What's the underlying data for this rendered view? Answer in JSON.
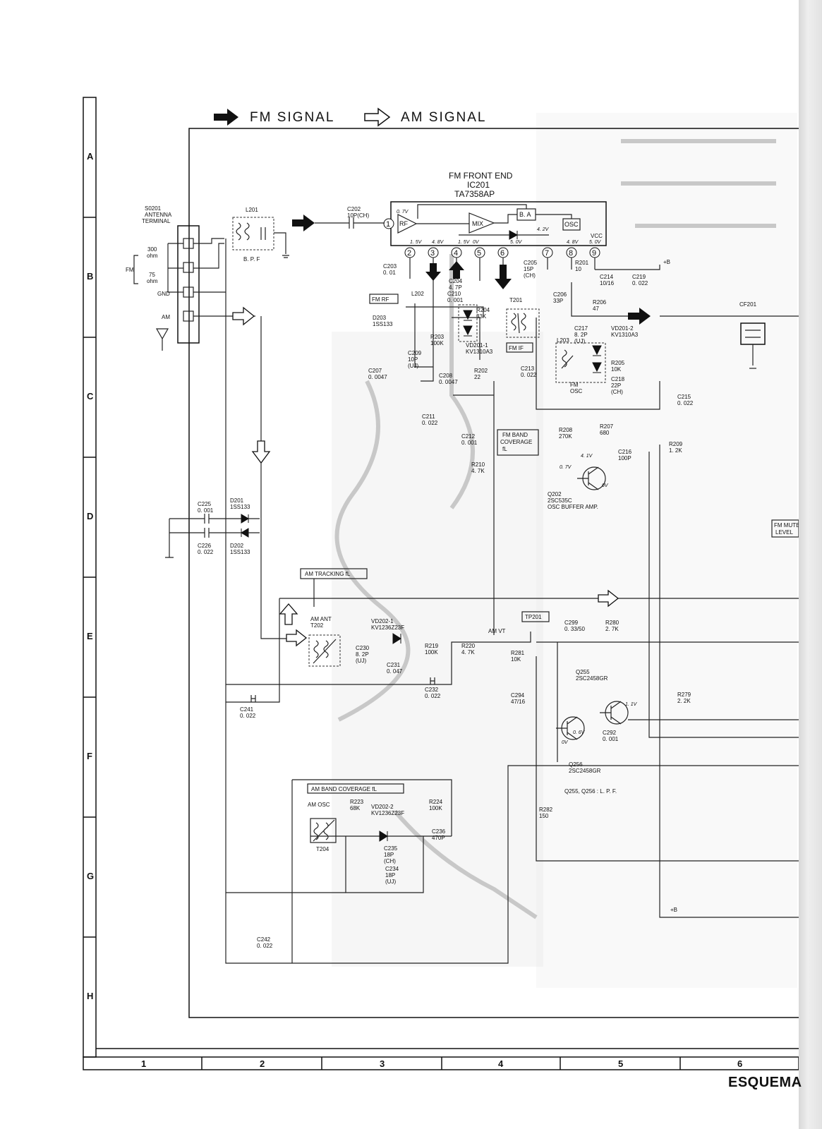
{
  "legend": {
    "fm_signal": "FM SIGNAL",
    "am_signal": "AM SIGNAL"
  },
  "grid": {
    "rows": [
      "A",
      "B",
      "C",
      "D",
      "E",
      "F",
      "G",
      "H"
    ],
    "columns": [
      "1",
      "2",
      "3",
      "4",
      "5",
      "6"
    ]
  },
  "footer_title": "ESQUEMA",
  "ic": {
    "title_line1": "FM FRONT END",
    "title_line2": "IC201",
    "title_line3": "TA7358AP",
    "blocks": [
      "RF",
      "MIX",
      "B. A",
      "OSC",
      "VCC"
    ],
    "pins": [
      "1",
      "2",
      "3",
      "4",
      "5",
      "6",
      "7",
      "8",
      "9"
    ],
    "pin_voltages": [
      "0. 7V",
      "1. 5V",
      "4. 8V",
      "1. 5V",
      "0V",
      "5. 0V",
      "4. 2V",
      "4. 8V",
      "5. 0V"
    ]
  },
  "antenna": {
    "title": [
      "S0201",
      "ANTENNA",
      "TERMINAL"
    ],
    "fm_label": "FM",
    "ohm300": [
      "300",
      "ohm"
    ],
    "ohm75": [
      "75",
      "ohm"
    ],
    "gnd": "GND",
    "am": "AM"
  },
  "bpf": {
    "ref": "L201",
    "label": "B. P. F"
  },
  "boxes": {
    "fm_rf": "FM RF",
    "fm_if": "FM IF",
    "fm_band_coverage": [
      "FM BAND",
      "COVERAGE",
      "fL"
    ],
    "am_tracking": "AM TRACKING fL",
    "tp201": "TP201",
    "am_band_coverage": "AM BAND COVERAGE fL",
    "fm_mute_level": [
      "FM MUTE",
      "LEVEL"
    ]
  },
  "components": [
    {
      "id": "c202",
      "lines": [
        "C202",
        "10P(CH)"
      ]
    },
    {
      "id": "c203",
      "lines": [
        "C203",
        "0. 01"
      ]
    },
    {
      "id": "c204",
      "lines": [
        "C204",
        "4. 7P"
      ]
    },
    {
      "id": "c210",
      "lines": [
        "C210",
        "0. 001"
      ]
    },
    {
      "id": "r204",
      "lines": [
        "R204",
        "33K"
      ]
    },
    {
      "id": "c205",
      "lines": [
        "C205",
        "15P",
        "(CH)"
      ]
    },
    {
      "id": "r201",
      "lines": [
        "R201",
        "10"
      ]
    },
    {
      "id": "c214",
      "lines": [
        "C214",
        "10/16"
      ]
    },
    {
      "id": "c219",
      "lines": [
        "C219",
        "0. 022"
      ]
    },
    {
      "id": "plusb1",
      "lines": [
        "+B"
      ]
    },
    {
      "id": "c206",
      "lines": [
        "C206",
        "33P"
      ]
    },
    {
      "id": "r206",
      "lines": [
        "R206",
        "47"
      ]
    },
    {
      "id": "t201",
      "lines": [
        "T201"
      ]
    },
    {
      "id": "cf201",
      "lines": [
        "CF201"
      ]
    },
    {
      "id": "l202",
      "lines": [
        "L202"
      ]
    },
    {
      "id": "d203",
      "lines": [
        "D203",
        "1SS133"
      ]
    },
    {
      "id": "r203",
      "lines": [
        "R203",
        "100K"
      ]
    },
    {
      "id": "vd201_1",
      "lines": [
        "VD201-1",
        "KV1310A3"
      ]
    },
    {
      "id": "c209",
      "lines": [
        "C209",
        "10P",
        "(UJ)"
      ]
    },
    {
      "id": "c217",
      "lines": [
        "C217",
        "8. 2P",
        "(UJ)"
      ]
    },
    {
      "id": "vd201_2",
      "lines": [
        "VD201-2",
        "KV1310A3"
      ]
    },
    {
      "id": "l203",
      "lines": [
        "L203"
      ]
    },
    {
      "id": "r205",
      "lines": [
        "R205",
        "10K"
      ]
    },
    {
      "id": "c218",
      "lines": [
        "C218",
        "22P",
        "(CH)"
      ]
    },
    {
      "id": "fm_osc",
      "lines": [
        "FM",
        "OSC"
      ]
    },
    {
      "id": "c207",
      "lines": [
        "C207",
        "0. 0047"
      ]
    },
    {
      "id": "c208",
      "lines": [
        "C208",
        "0. 0047"
      ]
    },
    {
      "id": "r202",
      "lines": [
        "R202",
        "22"
      ]
    },
    {
      "id": "c213",
      "lines": [
        "C213",
        "0. 022"
      ]
    },
    {
      "id": "c215",
      "lines": [
        "C215",
        "0. 022"
      ]
    },
    {
      "id": "c211",
      "lines": [
        "C211",
        "0. 022"
      ]
    },
    {
      "id": "c212",
      "lines": [
        "C212",
        "0. 001"
      ]
    },
    {
      "id": "r208",
      "lines": [
        "R208",
        "270K"
      ]
    },
    {
      "id": "r207",
      "lines": [
        "R207",
        "680"
      ]
    },
    {
      "id": "c216",
      "lines": [
        "C216",
        "100P"
      ]
    },
    {
      "id": "r209",
      "lines": [
        "R209",
        "1. 2K"
      ]
    },
    {
      "id": "r210",
      "lines": [
        "R210",
        "4. 7K"
      ]
    },
    {
      "id": "q202",
      "lines": [
        "Q202",
        "2SC535C",
        "OSC BUFFER AMP."
      ]
    },
    {
      "id": "c225",
      "lines": [
        "C225",
        "0. 001"
      ]
    },
    {
      "id": "d201",
      "lines": [
        "D201",
        "1SS133"
      ]
    },
    {
      "id": "c226",
      "lines": [
        "C226",
        "0. 022"
      ]
    },
    {
      "id": "d202",
      "lines": [
        "D202",
        "1SS133"
      ]
    },
    {
      "id": "t202",
      "lines": [
        "AM ANT",
        "T202"
      ]
    },
    {
      "id": "vd202_1",
      "lines": [
        "VD202-1",
        "KV1236Z23F"
      ]
    },
    {
      "id": "c230",
      "lines": [
        "C230",
        "8. 2P",
        "(UJ)"
      ]
    },
    {
      "id": "c231",
      "lines": [
        "C231",
        "0. 047"
      ]
    },
    {
      "id": "r219",
      "lines": [
        "R219",
        "100K"
      ]
    },
    {
      "id": "r220",
      "lines": [
        "R220",
        "4. 7K"
      ]
    },
    {
      "id": "am_vt",
      "lines": [
        "AM VT"
      ]
    },
    {
      "id": "c232",
      "lines": [
        "C232",
        "0. 022"
      ]
    },
    {
      "id": "c241",
      "lines": [
        "C241",
        "0. 022"
      ]
    },
    {
      "id": "c299",
      "lines": [
        "C299",
        "0. 33/50"
      ]
    },
    {
      "id": "r280",
      "lines": [
        "R280",
        "2. 7K"
      ]
    },
    {
      "id": "r281",
      "lines": [
        "R281",
        "10K"
      ]
    },
    {
      "id": "q255",
      "lines": [
        "Q255",
        "2SC2458GR"
      ]
    },
    {
      "id": "c294",
      "lines": [
        "C294",
        "47/16"
      ]
    },
    {
      "id": "r279",
      "lines": [
        "R279",
        "2. 2K"
      ]
    },
    {
      "id": "c292",
      "lines": [
        "C292",
        "0. 001"
      ]
    },
    {
      "id": "q256",
      "lines": [
        "Q256",
        "2SC2458GR"
      ]
    },
    {
      "id": "lpf_note",
      "lines": [
        "Q255, Q256 : L. P. F."
      ]
    },
    {
      "id": "am_osc",
      "lines": [
        "AM OSC"
      ]
    },
    {
      "id": "t204",
      "lines": [
        "T204"
      ]
    },
    {
      "id": "r223",
      "lines": [
        "R223",
        "68K"
      ]
    },
    {
      "id": "vd202_2",
      "lines": [
        "VD202-2",
        "KV1236Z23F"
      ]
    },
    {
      "id": "r224",
      "lines": [
        "R224",
        "100K"
      ]
    },
    {
      "id": "c235",
      "lines": [
        "C235",
        "18P",
        "(CH)"
      ]
    },
    {
      "id": "c236",
      "lines": [
        "C236",
        "470P"
      ]
    },
    {
      "id": "c234",
      "lines": [
        "C234",
        "18P",
        "(UJ)"
      ]
    },
    {
      "id": "r282",
      "lines": [
        "R282",
        "150"
      ]
    },
    {
      "id": "plusb2",
      "lines": [
        "+B"
      ]
    },
    {
      "id": "c242",
      "lines": [
        "C242",
        "0. 022"
      ]
    }
  ],
  "transistor_voltages": {
    "q202_c": "4. 1V",
    "q202_b": "0. 7V",
    "q202_e": "0V",
    "q255_e": "1. 1V",
    "q256_b": "0. 6V",
    "q256_e": "0V"
  }
}
